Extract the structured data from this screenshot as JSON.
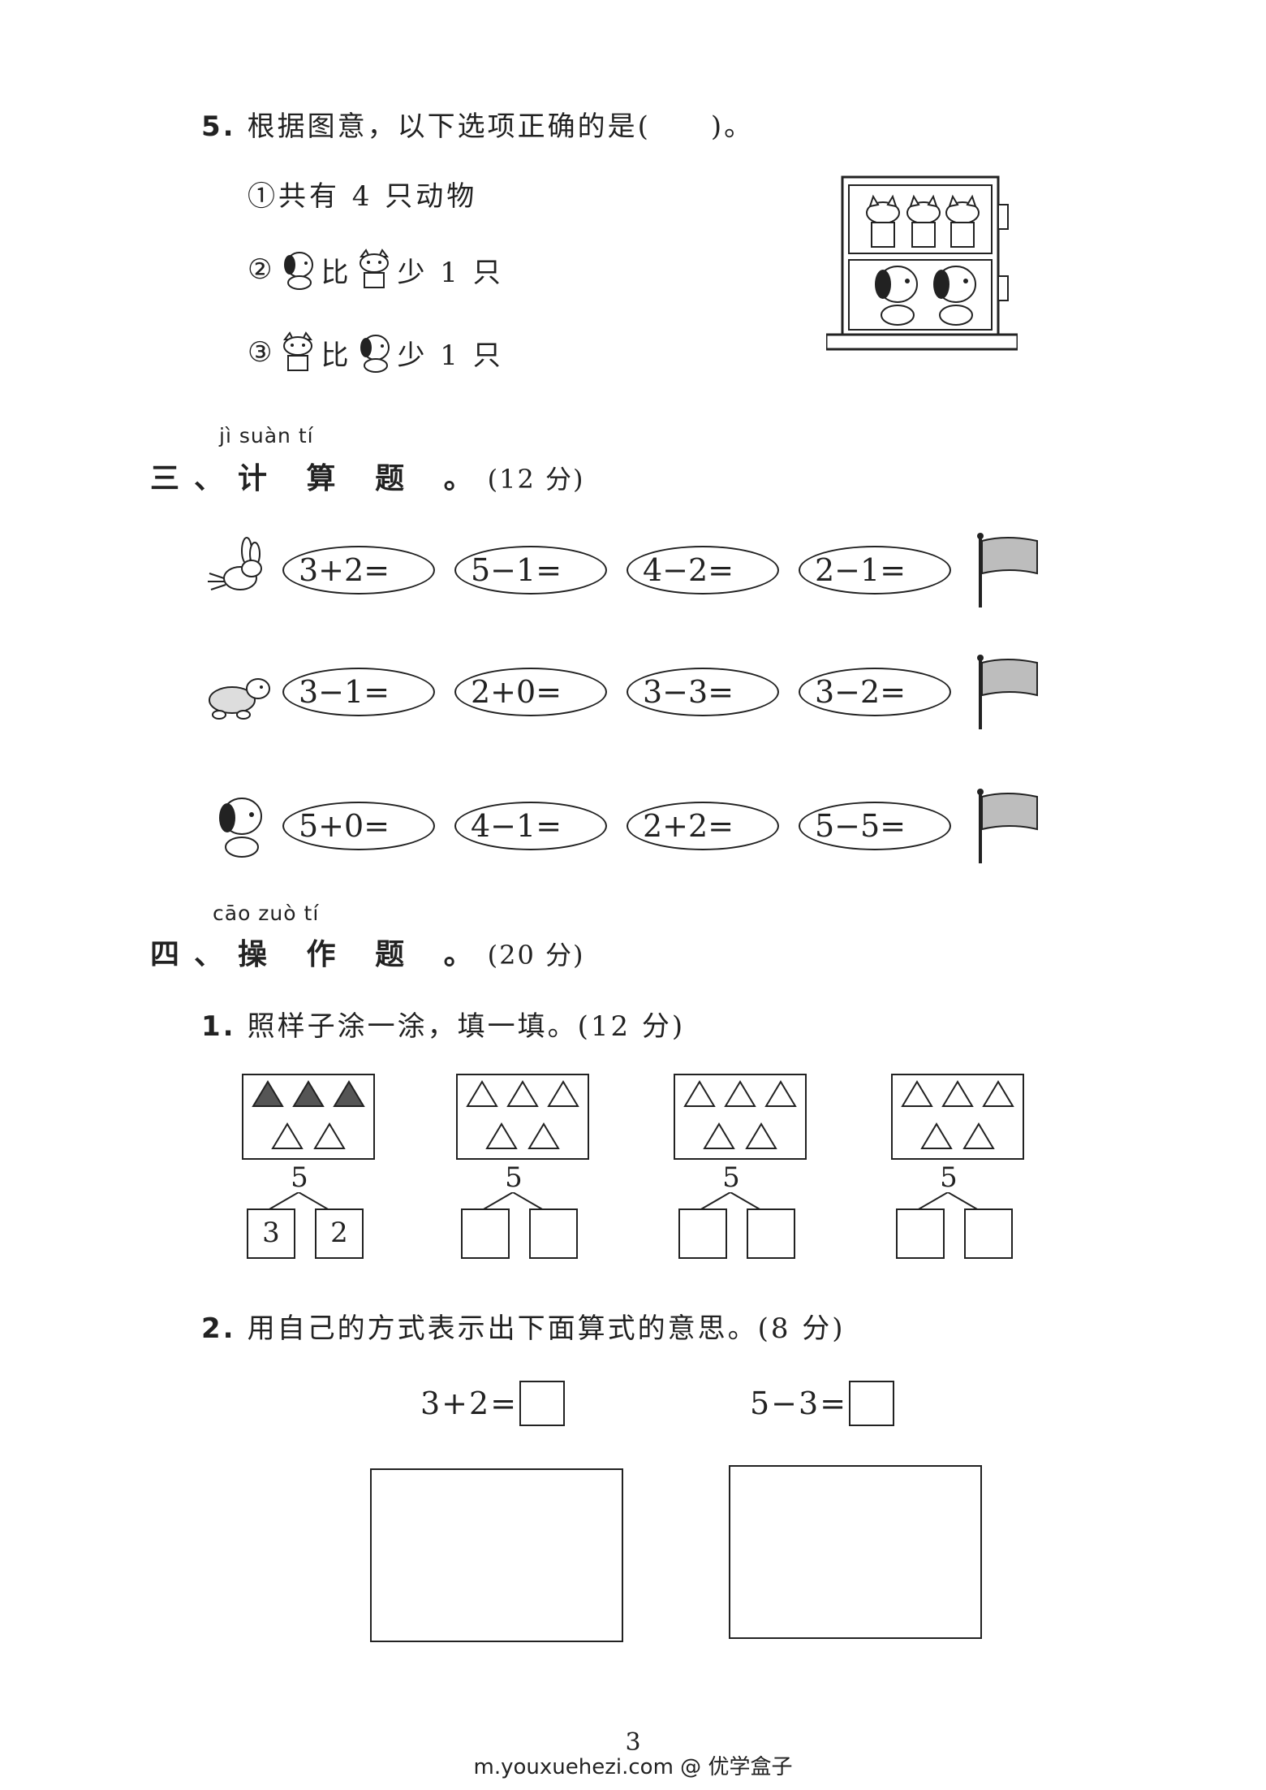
{
  "q5": {
    "number": "5.",
    "text": "根据图意，以下选项正确的是(　　)。",
    "option1": "①共有 4 只动物",
    "option2_prefix": "②",
    "option2_mid": "比",
    "option2_suffix": "少 1 只",
    "option3_prefix": "③",
    "option3_mid": "比",
    "option3_suffix": "少 1 只"
  },
  "section3": {
    "pinyin": "jì  suàn  tí",
    "title": "三、计 算 题 。",
    "points": "(12 分)",
    "rows": [
      {
        "animal": "rabbit-icon",
        "items": [
          "3+2=",
          "5−1=",
          "4−2=",
          "2−1="
        ]
      },
      {
        "animal": "turtle-icon",
        "items": [
          "3−1=",
          "2+0=",
          "3−3=",
          "3−2="
        ]
      },
      {
        "animal": "dog-icon",
        "items": [
          "5+0=",
          "4−1=",
          "2+2=",
          "5−5="
        ]
      }
    ]
  },
  "section4": {
    "pinyin": "cāo  zuò  tí",
    "title": "四、操 作 题 。",
    "points": "(20 分)",
    "q1": {
      "number": "1.",
      "text": "照样子涂一涂，填一填。(12 分)",
      "groups": [
        {
          "total": "5",
          "shaded": 3,
          "left": "3",
          "right": "2"
        },
        {
          "total": "5",
          "shaded": 0,
          "left": "",
          "right": ""
        },
        {
          "total": "5",
          "shaded": 0,
          "left": "",
          "right": ""
        },
        {
          "total": "5",
          "shaded": 0,
          "left": "",
          "right": ""
        }
      ]
    },
    "q2": {
      "number": "2.",
      "text": "用自己的方式表示出下面算式的意思。(8 分)",
      "eq1": "3+2=",
      "eq2": "5−3="
    }
  },
  "page_number": "3",
  "footer": "m.youxuehezi.com @ 优学盒子"
}
